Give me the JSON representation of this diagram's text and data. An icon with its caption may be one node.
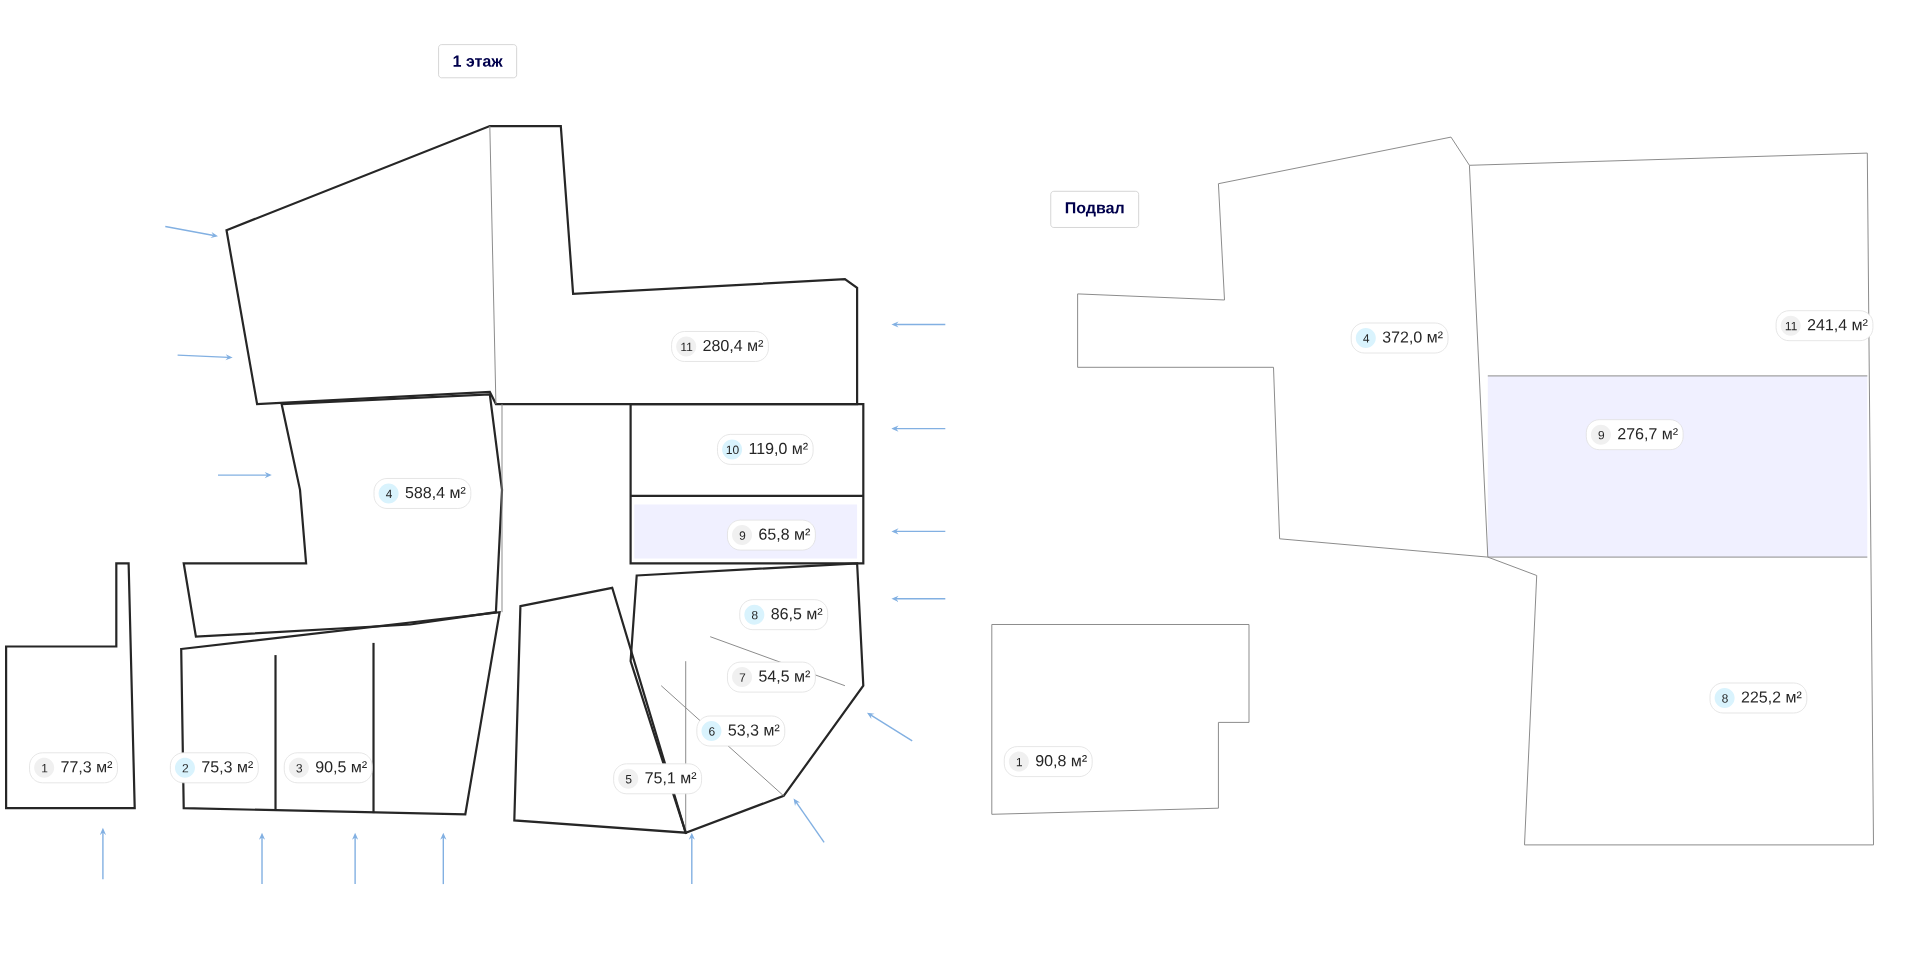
{
  "diagram": {
    "nodes": [
      {
        "text": [
          "1 этаж"
        ]
      },
      {
        "text": [
          "11",
          "280,4 м²"
        ]
      },
      {
        "text": [
          "10",
          "119,0 м²"
        ]
      },
      {
        "text": [
          "4",
          "588,4 м²"
        ]
      },
      {
        "text": [
          "9",
          "65,8 м²"
        ]
      },
      {
        "text": [
          "8",
          "86,5 м²"
        ]
      },
      {
        "text": [
          "7",
          "54,5 м²"
        ]
      },
      {
        "text": [
          "6",
          "53,3 м²"
        ]
      },
      {
        "text": [
          "1",
          "77,3 м²"
        ]
      },
      {
        "text": [
          "2",
          "75,3 м²"
        ]
      },
      {
        "text": [
          "3",
          "90,5 м²"
        ]
      },
      {
        "text": [
          "5",
          "75,1 м²"
        ]
      },
      {
        "text": [
          "Подвал"
        ]
      },
      {
        "text": [
          "11",
          "241,4 м²"
        ]
      },
      {
        "text": [
          "4",
          "372,0 м²"
        ]
      },
      {
        "text": [
          "9",
          "276,7 м²"
        ]
      },
      {
        "text": [
          "8",
          "225,2 м²"
        ]
      },
      {
        "text": [
          "1",
          "90,8 м²"
        ]
      }
    ]
  }
}
